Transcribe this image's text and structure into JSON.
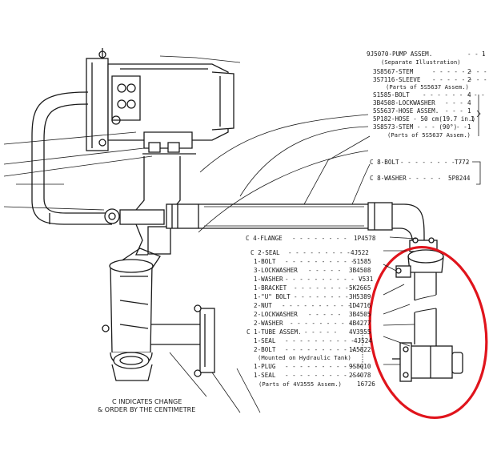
{
  "parts_upper": [
    {
      "part": "9J5070",
      "name": "PUMP ASSEM.",
      "qty": "1"
    },
    {
      "note": "(Separate Illustration)"
    },
    {
      "part": "3S8567",
      "name": "STEM",
      "qty": "2"
    },
    {
      "part": "3S7116",
      "name": "SLEEVE",
      "qty": "2"
    },
    {
      "note": "(Parts of 5S5637 Assem.)"
    },
    {
      "part": "S1585",
      "name": "BOLT",
      "qty": "4"
    },
    {
      "part": "3B4508",
      "name": "LOCKWASHER",
      "qty": "4"
    },
    {
      "part": "5S5637",
      "name": "HOSE ASSEM.",
      "qty": "1"
    },
    {
      "part": "5P182",
      "name": "HOSE",
      "size": "50 cm(19.7 in.)",
      "qty": "1"
    },
    {
      "part": "3S8573",
      "name": "STEM",
      "size": "(90°)",
      "qty": "1"
    },
    {
      "note": "(Parts of 5S5637 Assem.)"
    }
  ],
  "parts_right": [
    {
      "prefix": "C 8",
      "name": "BOLT",
      "part": "T772"
    },
    {
      "prefix": "C 8",
      "name": "WASHER",
      "part": "5P8244"
    }
  ],
  "parts_lower": [
    {
      "qty": "C 4",
      "name": "FLANGE",
      "part": "1P4578"
    },
    {
      "qty": "C 2",
      "name": "SEAL",
      "part": "4J522"
    },
    {
      "qty": "1",
      "name": "BOLT",
      "part": "S1585"
    },
    {
      "qty": "3",
      "name": "LOCKWASHER",
      "part": "3B4508"
    },
    {
      "qty": "1",
      "name": "WASHER",
      "part": "V531"
    },
    {
      "qty": "1",
      "name": "BRACKET",
      "part": "5K2665"
    },
    {
      "qty": "1",
      "name": "\"U\" BOLT",
      "part": "3H5389"
    },
    {
      "qty": "2",
      "name": "NUT",
      "part": "1D4716"
    },
    {
      "qty": "2",
      "name": "LOCKWASHER",
      "part": "3B4505"
    },
    {
      "qty": "2",
      "name": "WASHER",
      "part": "4B4277"
    },
    {
      "qty": "C 1",
      "name": "TUBE ASSEM.",
      "part": "4V3555"
    },
    {
      "qty": "1",
      "name": "SEAL",
      "part": "4J524"
    },
    {
      "qty": "2",
      "name": "BOLT",
      "part": "1A5822"
    },
    {
      "note": "(Mounted on Hydraulic Tank)"
    },
    {
      "qty": "1",
      "name": "PLUG",
      "part": "9S8010"
    },
    {
      "qty": "1",
      "name": "SEAL",
      "part": "2S4078"
    },
    {
      "note": "(Parts of 4V3555 Assem.)"
    }
  ],
  "note_lines": [
    "C INDICATES CHANGE",
    "& ORDER BY THE CENTIMETRE"
  ],
  "figure_id": "16726",
  "highlight_color": "#e0141c",
  "line_color": "#1a1a1a"
}
